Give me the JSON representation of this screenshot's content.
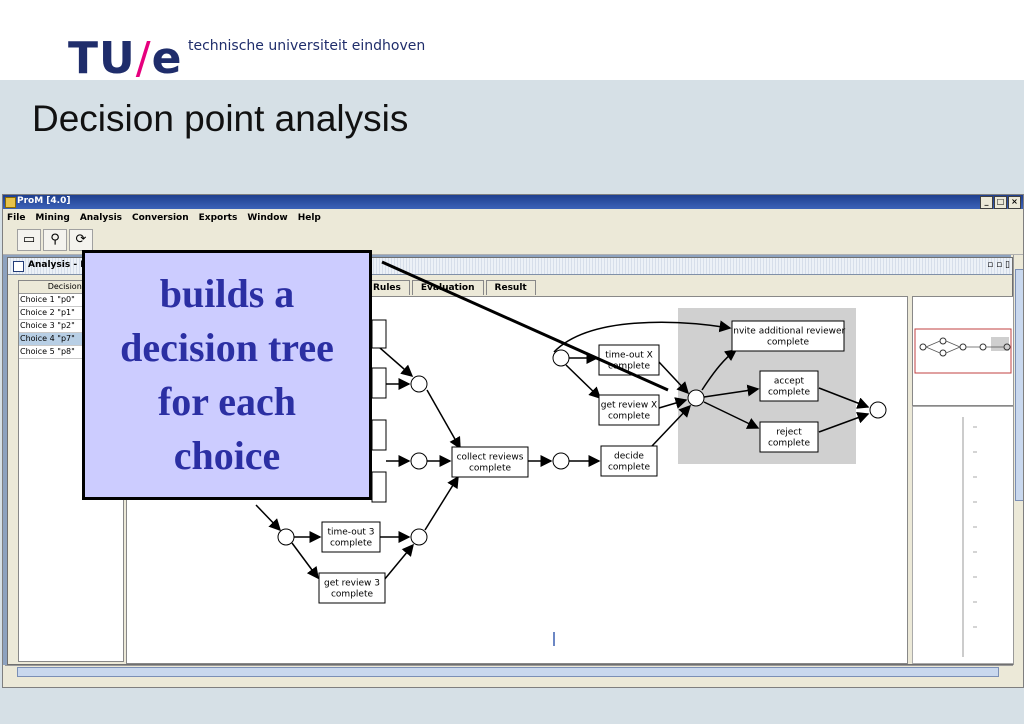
{
  "header": {
    "logo_tu": "TU",
    "logo_slash": "/",
    "logo_e": "e",
    "tagline": "technische universiteit eindhoven"
  },
  "slide_title": "Decision point analysis",
  "prom": {
    "window_title": "ProM [4.0]",
    "menu": [
      "File",
      "Mining",
      "Analysis",
      "Conversion",
      "Exports",
      "Window",
      "Help"
    ],
    "internal_title": "Analysis - De",
    "left_panel": {
      "header": "Decision po",
      "items": [
        "Choice 1 \"p0\"",
        "Choice 2 \"p1\"",
        "Choice 3 \"p2\"",
        "Choice 4 \"p7\"",
        "Choice 5 \"p8\""
      ],
      "selected_index": 3
    },
    "tabs": [
      "Rules",
      "Evaluation",
      "Result"
    ],
    "petri_net": {
      "transitions": [
        "collect reviews\ncomplete",
        "time-out X\ncomplete",
        "get review X\ncomplete",
        "decide\ncomplete",
        "invite additional reviewer\ncomplete",
        "accept\ncomplete",
        "reject\ncomplete",
        "time-out 3\ncomplete",
        "get review 3\ncomplete"
      ]
    }
  },
  "callout": {
    "text": "builds a\ndecision tree\nfor each\nchoice"
  },
  "colors": {
    "tue_blue": "#1f2d6b",
    "tue_magenta": "#e6007e",
    "callout_bg": "#ccccff",
    "callout_text": "#2b2fa3",
    "slide_bg": "#d6e0e6"
  }
}
